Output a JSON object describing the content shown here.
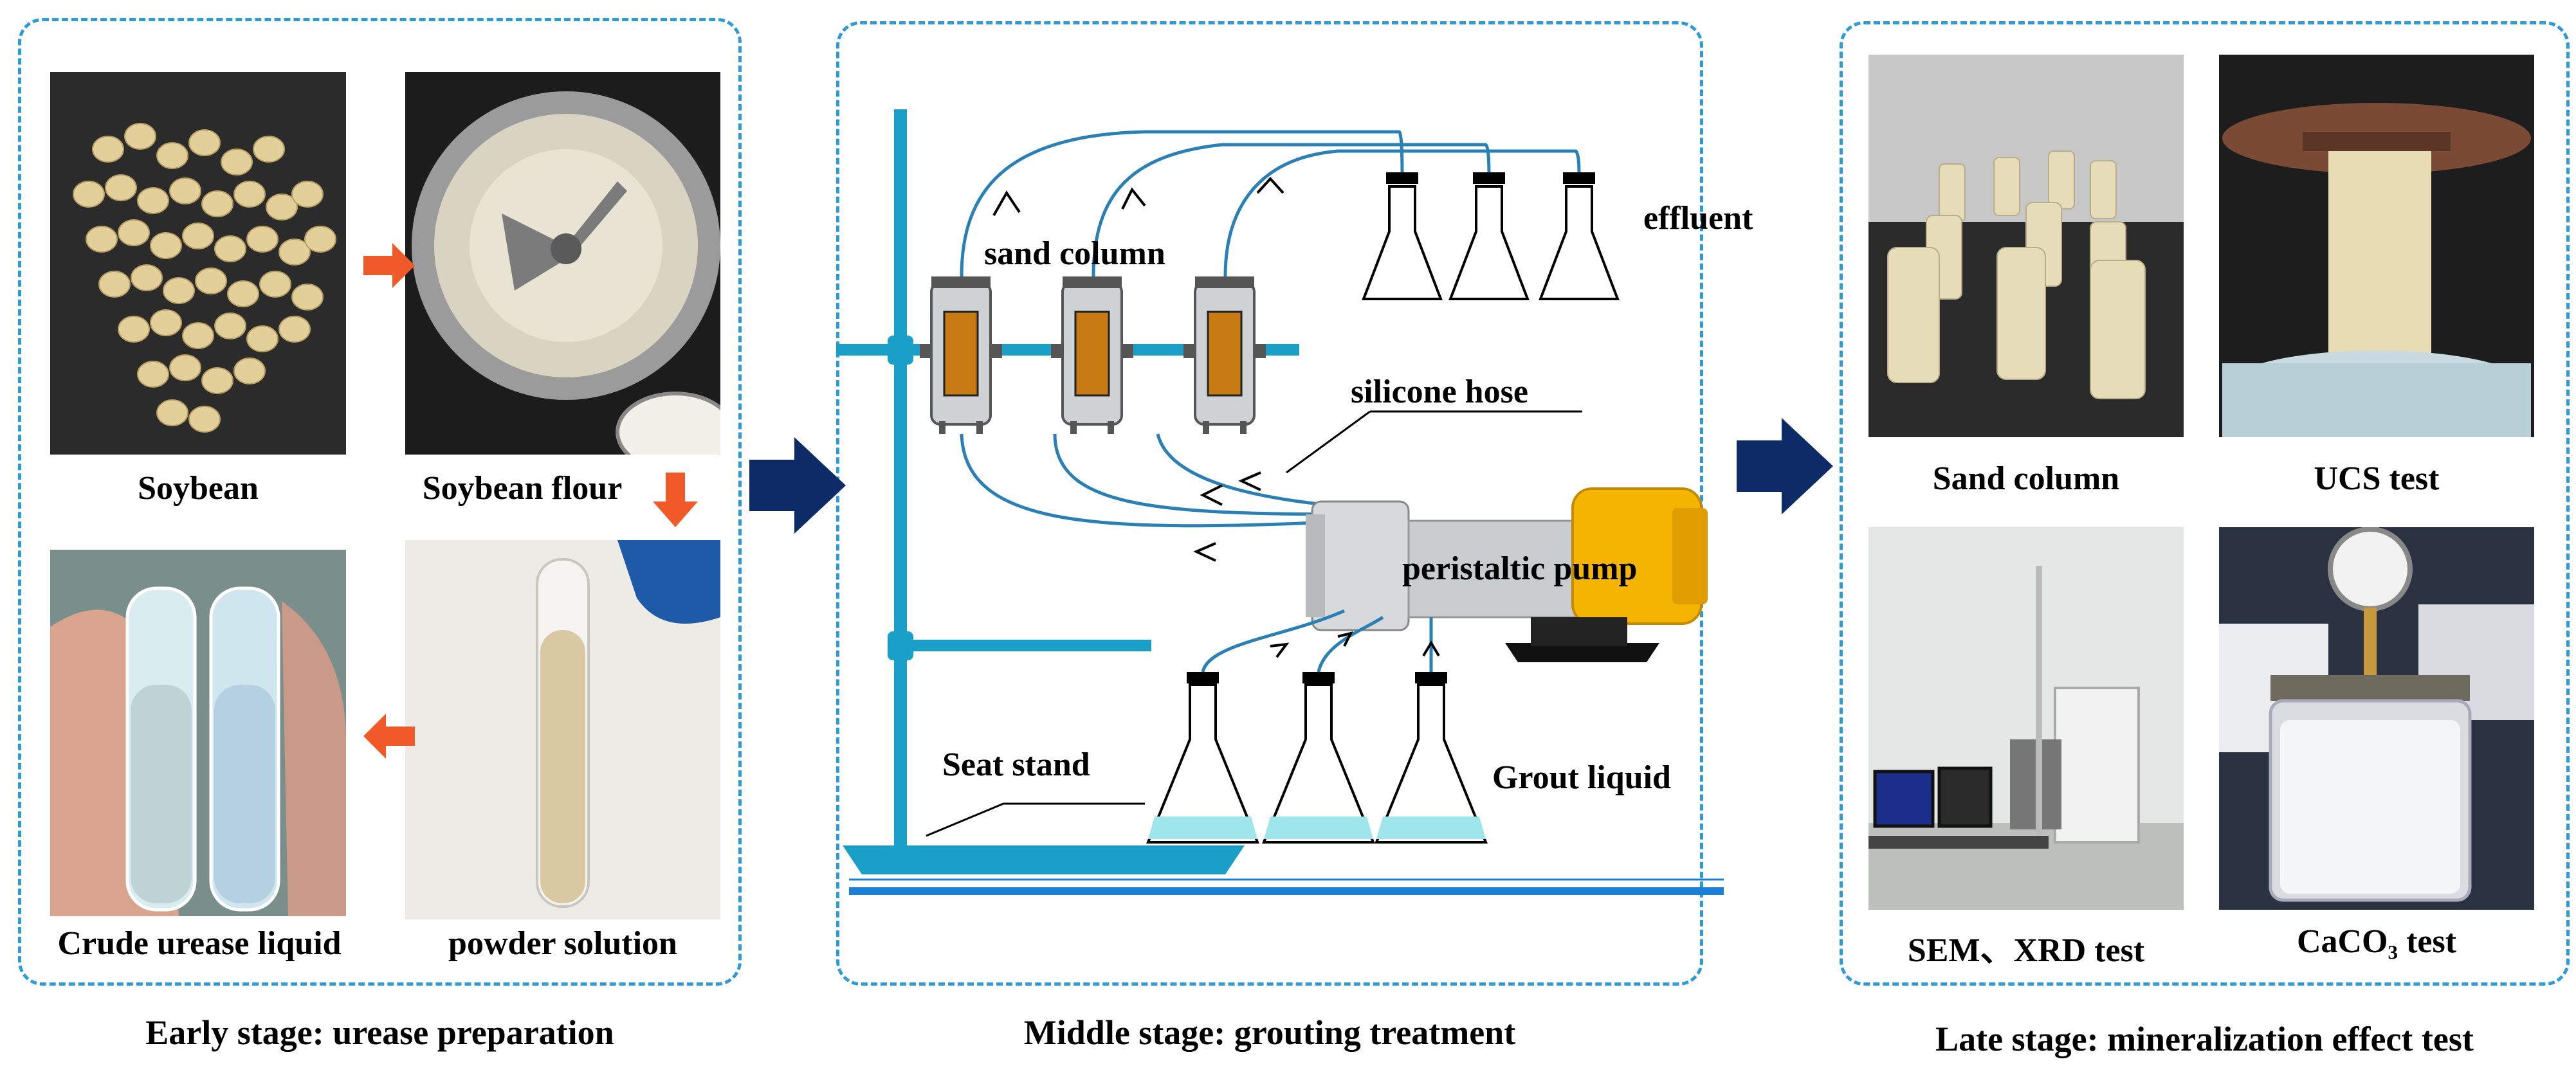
{
  "stages": {
    "early": {
      "caption": "Early stage: urease preparation"
    },
    "middle": {
      "caption": "Middle stage: grouting treatment"
    },
    "late": {
      "caption": "Late stage: mineralization effect test"
    }
  },
  "early_photos": {
    "soybean": "Soybean",
    "soybean_flour": "Soybean flour",
    "powder_solution": "powder solution",
    "crude_urease": "Crude urease liquid"
  },
  "apparatus": {
    "sand_column": "sand column",
    "effluent": "effluent",
    "silicone_hose": "silicone hose",
    "peristaltic_pump": "peristaltic pump",
    "seat_stand": "Seat stand",
    "grout_liquid": "Grout liquid"
  },
  "late_photos": {
    "sand_column": "Sand column",
    "ucs": "UCS test",
    "sem_xrd": "SEM、XRD test",
    "caco3": "CaCO₃ test"
  },
  "colors": {
    "panel_border": "#2e9bd6",
    "stand": "#1aa0c8",
    "stage_arrow": "#0d2b66",
    "step_arrow": "#f05a28",
    "pump_yellow": "#f5b400",
    "column_core": "#c77a12"
  }
}
